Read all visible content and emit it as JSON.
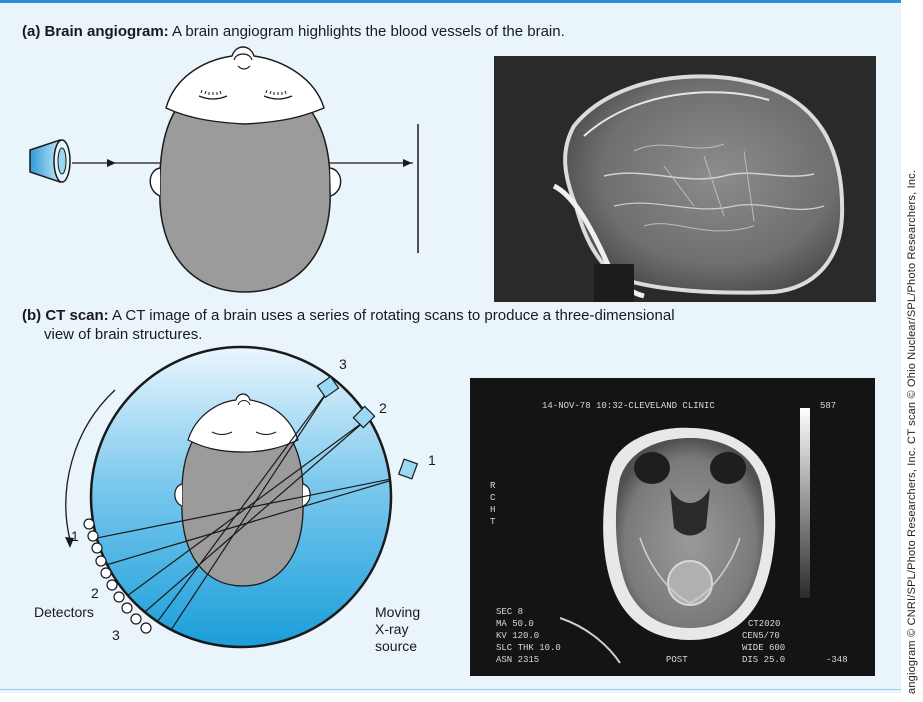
{
  "panel_a": {
    "label": "(a) Brain angiogram:",
    "text": " A brain angiogram highlights the blood vessels of the brain."
  },
  "panel_b": {
    "label": "(b) CT scan:",
    "text_line1": " A CT image of a brain uses a series of rotating scans to produce a three-dimensional",
    "text_line2": "view of brain structures."
  },
  "ct_diagram": {
    "source_positions": [
      "1",
      "2",
      "3"
    ],
    "detector_labels": [
      "1",
      "2",
      "3"
    ],
    "detectors_label": "Detectors",
    "source_label_lines": [
      "Moving",
      "X-ray",
      "source"
    ]
  },
  "ct_photo_overlay": {
    "top_line": "14-NOV-78  10:32-CLEVELAND CLINIC",
    "top_right": "587",
    "side_text": [
      "R",
      "C",
      "H",
      "T"
    ],
    "lines_left": [
      "SEC   8",
      "MA   50.0",
      "KV  120.0",
      "SLC  THK 10.0",
      "ASN 2315"
    ],
    "lines_right": [
      "CT2020",
      "CEN5/70",
      "WIDE 600",
      "DIS 25.0"
    ],
    "post": "POST",
    "bottom_right": "-348"
  },
  "credit": "angiogram © CNRI/SPL/Photo Researchers, Inc. CT scan © Ohio Nuclear/SPL/Photo Researchers, Inc.",
  "colors": {
    "panel_bg": "#eaf4fb",
    "rule": "#2c8fd1",
    "ring_top": "#eaf6fd",
    "ring_bottom": "#1a9ed9",
    "head": "#9b9b9b"
  }
}
